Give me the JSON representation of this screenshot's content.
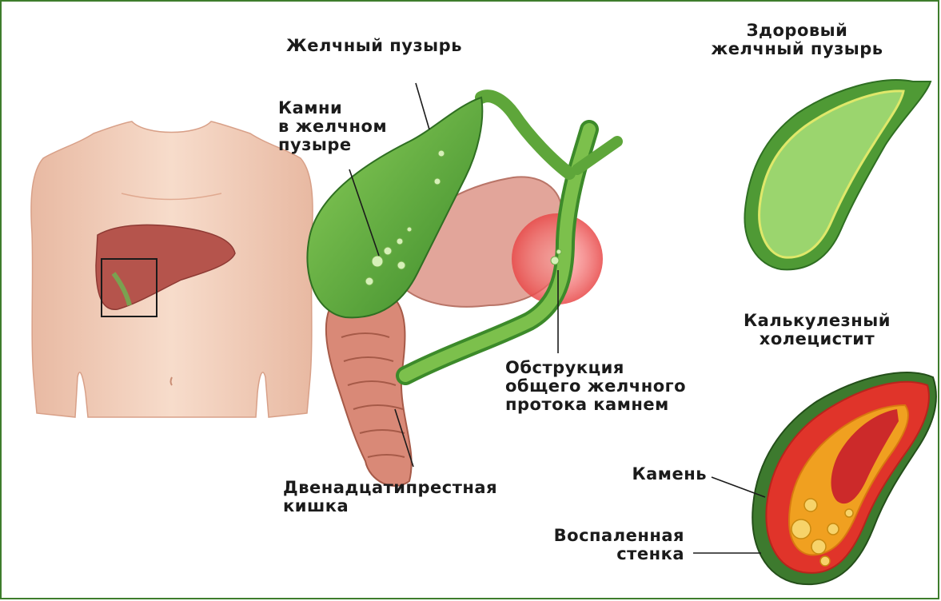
{
  "labels": {
    "gallbladder": "Желчный пузырь",
    "stones_in_gallbladder": "Камни\nв желчном\nпузыре",
    "healthy_gallbladder": "Здоровый\nжелчный пузырь",
    "calculous_cholecystitis": "Калькулезный\nхолецистит",
    "duct_obstruction": "Обструкция\nобщего желчного\nпротока камнем",
    "duodenum": "Двенадцатипрестная\nкишка",
    "stone": "Камень",
    "inflamed_wall": "Воспаленная\nстенка"
  },
  "icons": {
    "torso": "torso-icon",
    "liver": "liver-icon",
    "gallbladder": "gallbladder-icon",
    "duodenum": "duodenum-icon",
    "pancreas": "pancreas-icon",
    "obstruction_highlight": "obstruction-highlight-icon",
    "healthy_gallbladder": "healthy-gallbladder-icon",
    "inflamed_gallbladder": "inflamed-gallbladder-icon"
  },
  "colors": {
    "frame_border": "#3e7d2c",
    "bile_green": "#5ea63a",
    "skin": "#f2cdb7",
    "liver": "#b5544c",
    "inflammation_red": "#e0342a",
    "highlight": "#f05a5a"
  }
}
